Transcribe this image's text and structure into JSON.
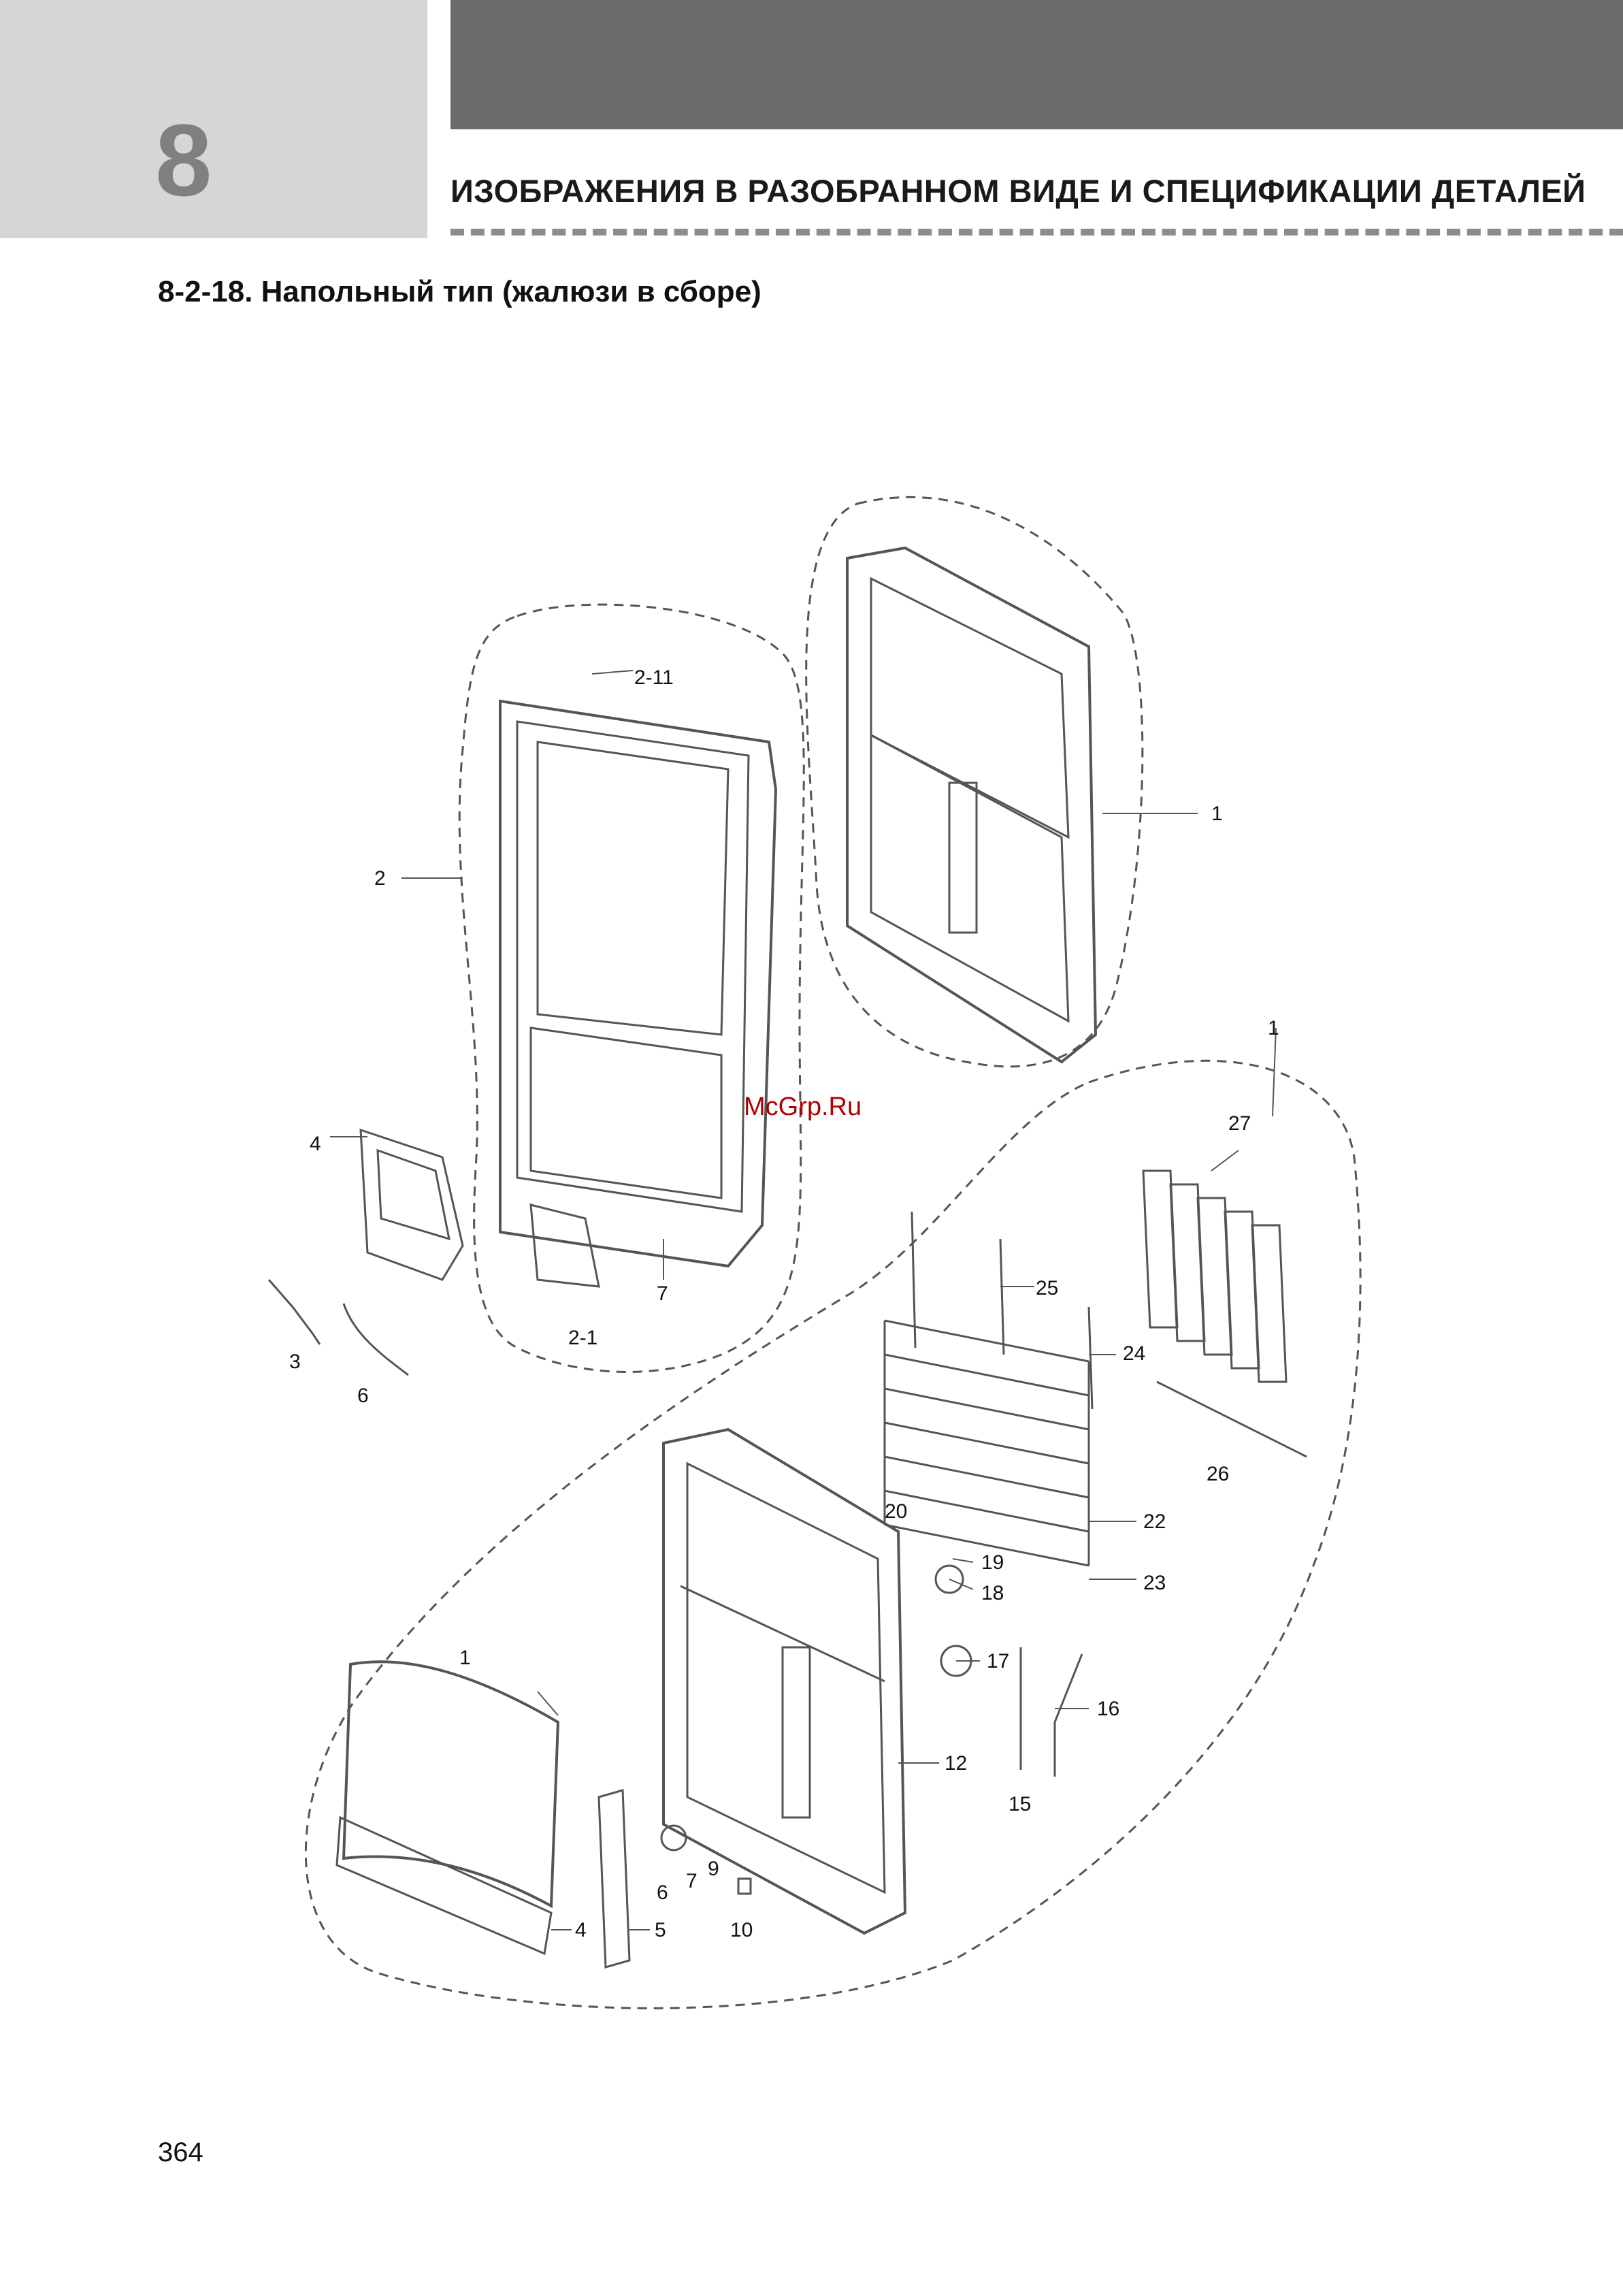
{
  "header": {
    "chapter_number": "8",
    "title": "ИЗОБРАЖЕНИЯ В РАЗОБРАННОМ ВИДЕ И СПЕЦИФИКАЦИИ ДЕТАЛЕЙ"
  },
  "section": {
    "title": "8-2-18. Напольный тип (жалюзи в сборе)"
  },
  "watermark": "McGrp.Ru",
  "page_number": "364",
  "callouts": {
    "c_2_11": "2-11",
    "c_2": "2",
    "c_1_top": "1",
    "c_1_group": "1",
    "c_4_top": "4",
    "c_7_top": "7",
    "c_2_1": "2-1",
    "c_3": "3",
    "c_6_top": "6",
    "c_27": "27",
    "c_25": "25",
    "c_24": "24",
    "c_26": "26",
    "c_20": "20",
    "c_22": "22",
    "c_19": "19",
    "c_18": "18",
    "c_23": "23",
    "c_17": "17",
    "c_16": "16",
    "c_1_panel": "1",
    "c_12": "12",
    "c_15": "15",
    "c_6_bottom": "6",
    "c_7_bottom": "7",
    "c_9": "9",
    "c_4_bottom": "4",
    "c_5": "5",
    "c_10": "10"
  }
}
